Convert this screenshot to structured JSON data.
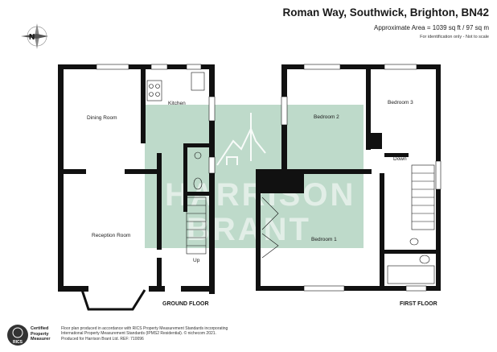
{
  "header": {
    "title": "Roman Way, Southwick, Brighton, BN42",
    "area": "Approximate Area = 1039 sq ft / 97 sq m",
    "note": "For identification only - Not to scale"
  },
  "compass": {
    "label": "N"
  },
  "rooms": {
    "dining_room": "Dining Room",
    "kitchen": "Kitchen",
    "reception_room": "Reception Room",
    "up": "Up",
    "bedroom_1": "Bedroom 1",
    "bedroom_2": "Bedroom 2",
    "bedroom_3": "Bedroom 3",
    "down": "Down"
  },
  "floors": {
    "ground": "GROUND FLOOR",
    "first": "FIRST FLOOR"
  },
  "watermark": {
    "line1": "HARRISON",
    "line2": "BRANT"
  },
  "footer": {
    "rics_logo": "RICS",
    "rics_text": [
      "Certified",
      "Property",
      "Measurer"
    ],
    "lines": [
      "Floor plan produced in accordance with RICS Property Measurement Standards incorporating",
      "International Property Measurement Standards (IPMS2 Residential). © nichecom 2021.",
      "Produced for Harrison Brant Ltd.    REF: 710096"
    ]
  },
  "colors": {
    "wall": "#111111",
    "watermark_bg": "#a8cdb8",
    "window": "#ffffff"
  }
}
